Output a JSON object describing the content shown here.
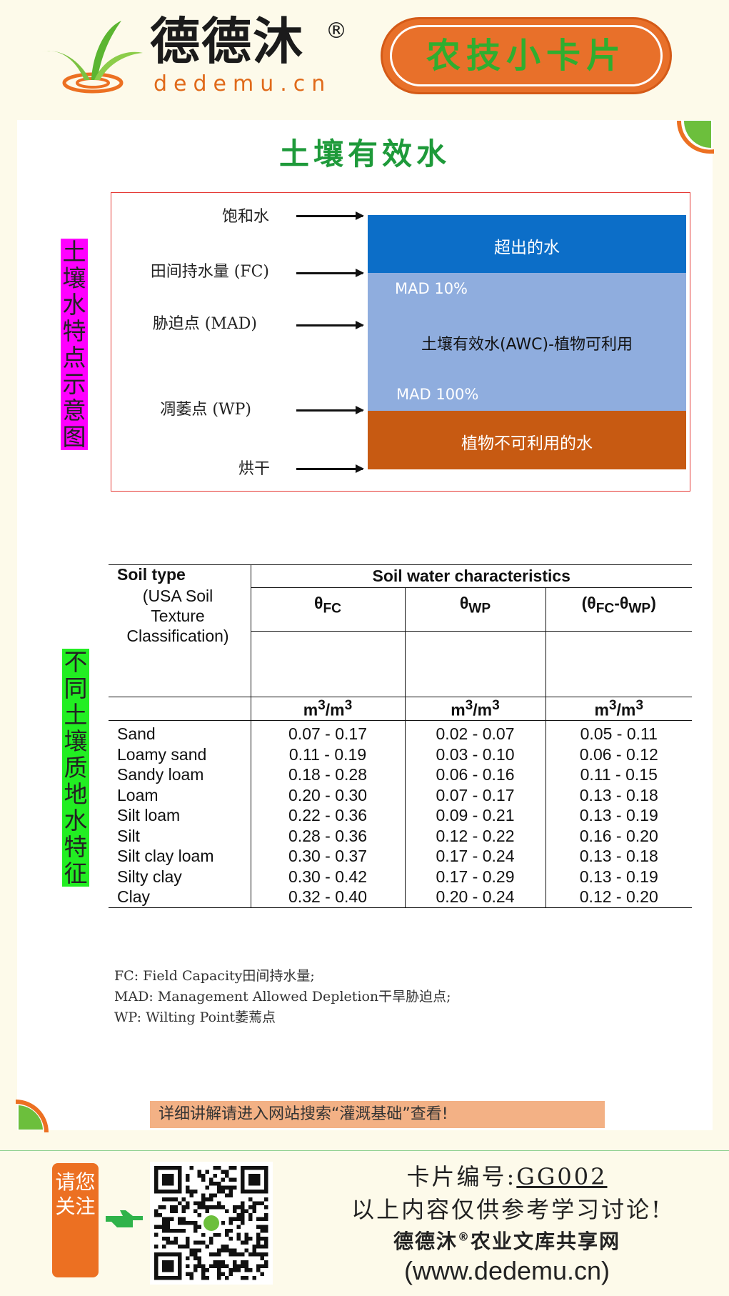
{
  "header": {
    "brand_name": "德德沐",
    "brand_reg": "®",
    "brand_url": "dedemu.cn",
    "badge": "农技小卡片"
  },
  "card": {
    "title": "土壤有效水",
    "diagram_side_label": "土壤水特点示意图",
    "table_side_label": "不同土壤质地水特征"
  },
  "diagram": {
    "levels": [
      "饱和水",
      "田间持水量 (FC)",
      "胁迫点 (MAD)",
      "凋萎点 (WP)",
      "烘干"
    ],
    "zone_excess": "超出的水",
    "mad_top": "MAD 10%",
    "zone_awc": "土壤有效水(AWC)-植物可利用",
    "mad_bottom": "MAD 100%",
    "zone_unavailable": "植物不可利用的水",
    "colors": {
      "excess": "#0c6ec8",
      "awc": "#8fadde",
      "unavailable": "#c75a12",
      "frame": "#e53935"
    }
  },
  "table": {
    "col0_title": "Soil type",
    "col0_sub": "(USA Soil Texture Classification)",
    "group_header": "Soil water characteristics",
    "sym": [
      "θ",
      "θ",
      "(θ",
      "-θ",
      ")"
    ],
    "subs": [
      "FC",
      "WP",
      "FC",
      "WP"
    ],
    "unit": "m",
    "unit_exp": "3",
    "unit_sep": "/m",
    "rows": [
      [
        "Sand",
        "0.07 - 0.17",
        "0.02 - 0.07",
        "0.05 - 0.11"
      ],
      [
        "Loamy sand",
        "0.11 - 0.19",
        "0.03 - 0.10",
        "0.06 - 0.12"
      ],
      [
        "Sandy loam",
        "0.18 - 0.28",
        "0.06 - 0.16",
        "0.11 - 0.15"
      ],
      [
        "Loam",
        "0.20 - 0.30",
        "0.07 - 0.17",
        "0.13 - 0.18"
      ],
      [
        "Silt loam",
        "0.22 - 0.36",
        "0.09 - 0.21",
        "0.13 - 0.19"
      ],
      [
        "Silt",
        "0.28 - 0.36",
        "0.12 - 0.22",
        "0.16 - 0.20"
      ],
      [
        "Silt clay loam",
        "0.30 - 0.37",
        "0.17 - 0.24",
        "0.13 - 0.18"
      ],
      [
        "Silty clay",
        "0.30 - 0.42",
        "0.17 - 0.29",
        "0.13 - 0.19"
      ],
      [
        "Clay",
        "0.32 - 0.40",
        "0.20 - 0.24",
        "0.12 - 0.20"
      ]
    ]
  },
  "notes": [
    "FC: Field Capacity田间持水量;",
    "MAD: Management Allowed Depletion干旱胁迫点;",
    "WP: Wilting Point萎蔫点"
  ],
  "cta": "详细讲解请进入网站搜索“灌溉基础”查看!",
  "footer": {
    "follow": "请您关注",
    "card_no_label": "卡片编号:",
    "card_no": "GG002",
    "disclaimer": "以上内容仅供参考学习讨论!",
    "site_name_a": "德德沐",
    "site_reg": "®",
    "site_name_b": "农业文库共享网",
    "site_url": "(www.dedemu.cn)"
  }
}
